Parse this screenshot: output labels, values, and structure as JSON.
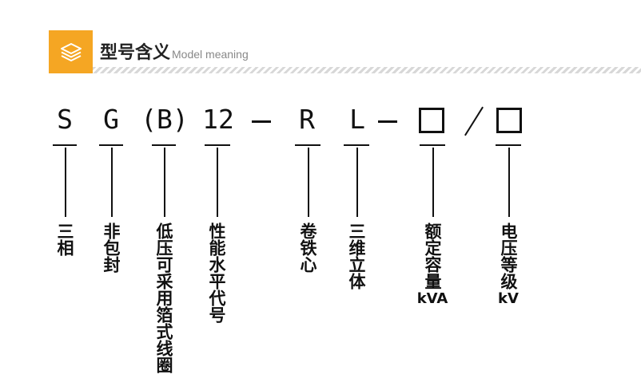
{
  "header": {
    "icon": "layers-icon",
    "title": "型号含义",
    "subtitle": "Model meaning",
    "accent_color": "#f5a623"
  },
  "code": {
    "s": "S",
    "g": "G",
    "b": "(B)",
    "n12": "12",
    "r": "R",
    "l": "L"
  },
  "meanings": {
    "s": "三相",
    "g": "非包封",
    "b": "低压可采用箔式线圈",
    "n12": "性能水平代号",
    "r": "卷铁心",
    "l": "三维立体",
    "capacity": "额定容量",
    "capacity_unit": "kVA",
    "voltage": "电压等级",
    "voltage_unit": "kV"
  }
}
